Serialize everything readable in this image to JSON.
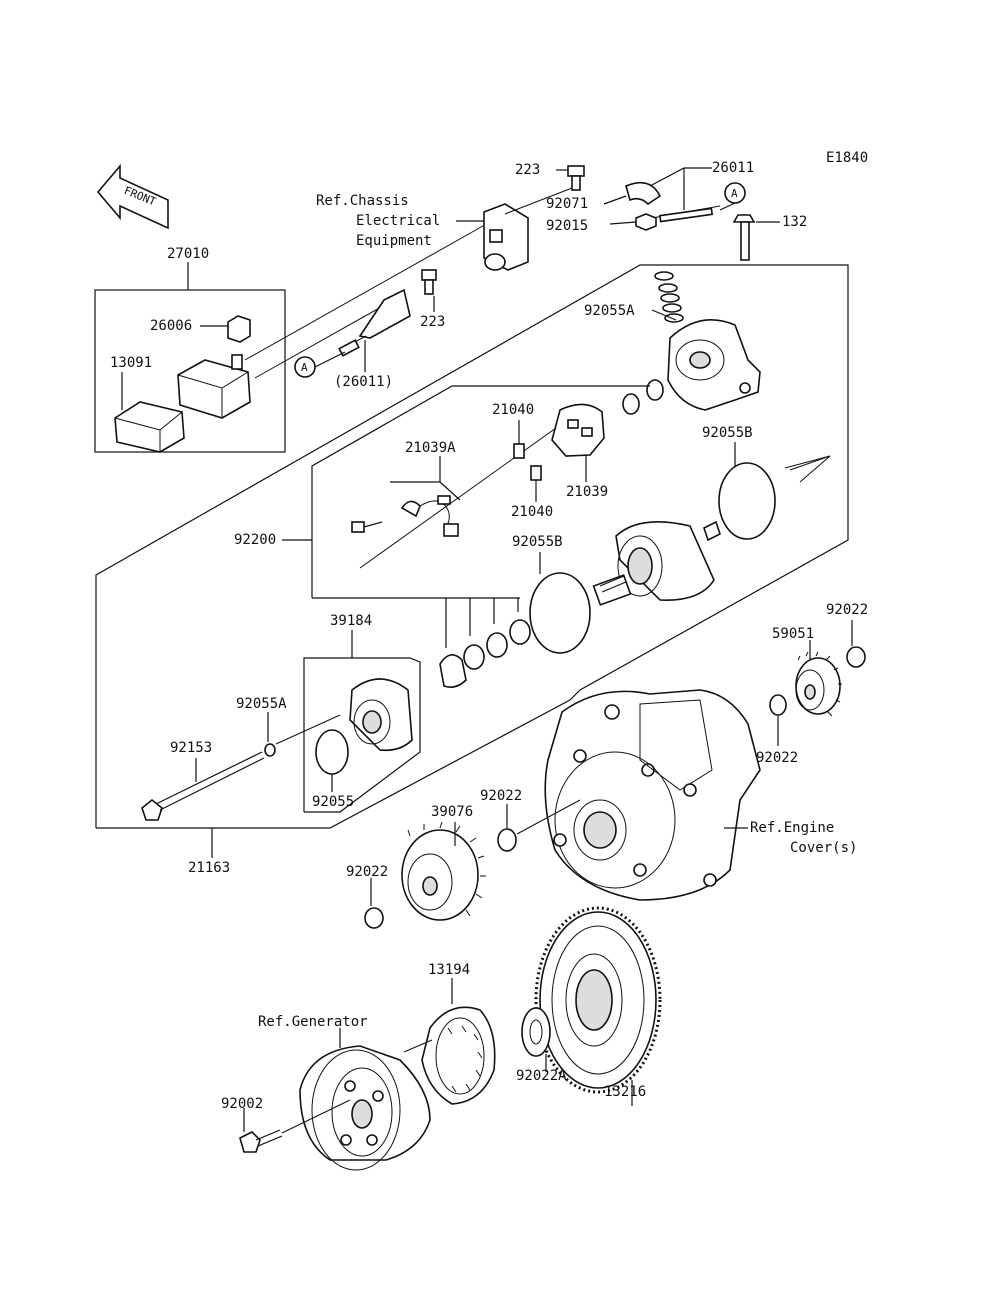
{
  "diagram_code": "E1840",
  "front_label": "FRONT",
  "callout_a": "A",
  "refs": {
    "chassis": [
      "Ref.Chassis",
      "Electrical",
      "Equipment"
    ],
    "engine": [
      "Ref.Engine",
      "Cover(s)"
    ],
    "generator": "Ref.Generator"
  },
  "parts": {
    "p223a": "223",
    "p223b": "223",
    "p26011": "26011",
    "p26011b": "(26011)",
    "p92071": "92071",
    "p92015": "92015",
    "p132": "132",
    "p27010": "27010",
    "p26006": "26006",
    "p13091": "13091",
    "p92055A_top": "92055A",
    "p21040a": "21040",
    "p21040b": "21040",
    "p21039A": "21039A",
    "p21039": "21039",
    "p92055B_a": "92055B",
    "p92055B_b": "92055B",
    "p92200": "92200",
    "p39184": "39184",
    "p92055A_mid": "92055A",
    "p92153": "92153",
    "p92055": "92055",
    "p21163": "21163",
    "p92022_r": "92022",
    "p59051": "59051",
    "p92022_m": "92022",
    "p92022_c": "92022",
    "p39076": "39076",
    "p92022_l": "92022",
    "p13194": "13194",
    "p92022A": "92022A",
    "p13216": "13216",
    "p92002": "92002"
  }
}
